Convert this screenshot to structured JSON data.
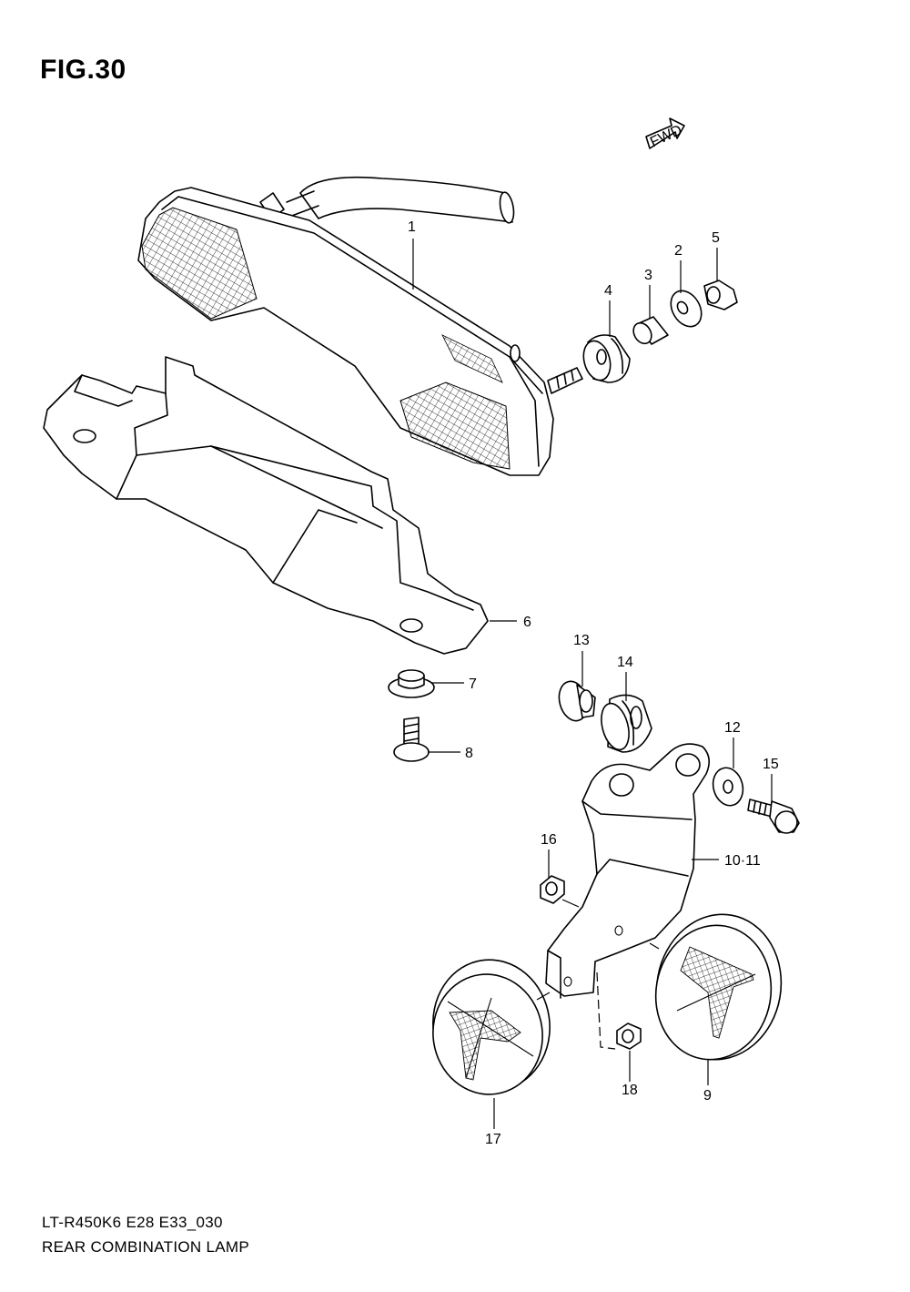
{
  "figure": {
    "title": "FIG.30",
    "fwd_label": "FWD"
  },
  "footer": {
    "model_code": "LT-R450K6 E28 E33_030",
    "diagram_name": "REAR COMBINATION LAMP"
  },
  "callouts": {
    "p1": "1",
    "p2": "2",
    "p3": "3",
    "p4": "4",
    "p5": "5",
    "p6": "6",
    "p7": "7",
    "p8": "8",
    "p9": "9",
    "p10_11": "10·11",
    "p12": "12",
    "p13": "13",
    "p14": "14",
    "p15": "15",
    "p16": "16",
    "p17": "17",
    "p18": "18"
  }
}
